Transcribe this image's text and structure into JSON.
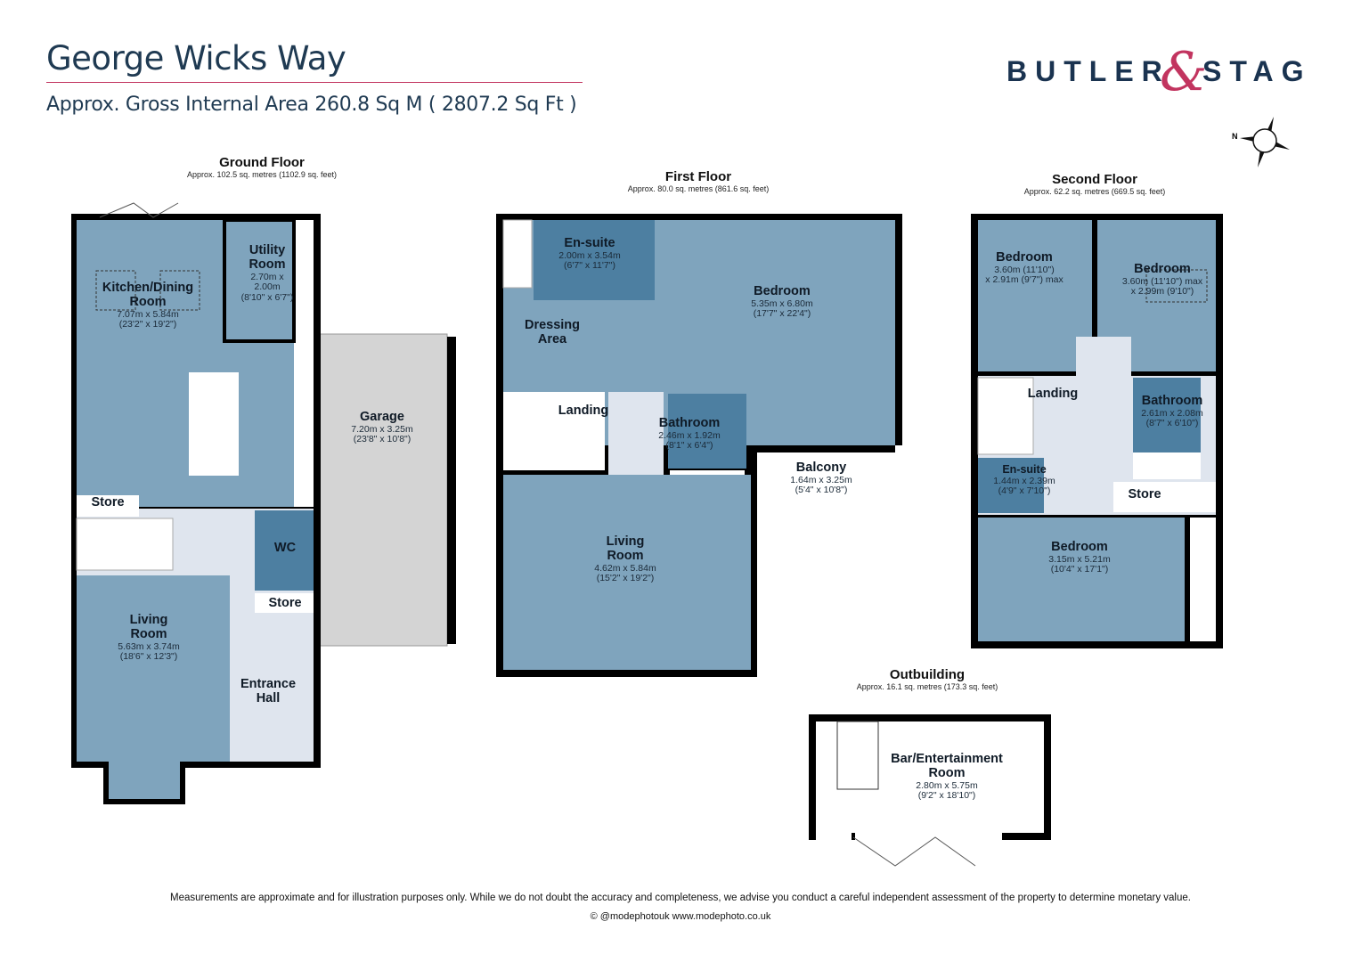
{
  "header": {
    "title": "George Wicks Way",
    "area": "Approx. Gross Internal  Area 260.8 Sq M ( 2807.2 Sq Ft )"
  },
  "logo": {
    "left": "BUTLER",
    "amp": "&",
    "right": "STAG"
  },
  "compass": {
    "label": "N"
  },
  "colors": {
    "room": "#7fa4bd",
    "wet_room": "#4d7fa1",
    "hall": "#dfe5ee",
    "garage": "#d4d4d4",
    "wall": "#000000",
    "brand_navy": "#1a3350",
    "brand_pink": "#c2345f"
  },
  "floors": {
    "ground": {
      "name": "Ground Floor",
      "area": "Approx. 102.5 sq. metres (1102.9 sq. feet)",
      "rooms": [
        {
          "name": "Kitchen/Dining Room",
          "dims": "7.07m x 5.84m",
          "imperial": "(23'2\" x 19'2\")"
        },
        {
          "name": "Utility Room",
          "dims": "2.70m x 2.00m",
          "imperial": "(8'10\" x 6'7\")"
        },
        {
          "name": "Garage",
          "dims": "7.20m x 3.25m",
          "imperial": "(23'8\" x 10'8\")"
        },
        {
          "name": "Store"
        },
        {
          "name": "WC"
        },
        {
          "name": "Store"
        },
        {
          "name": "Living Room",
          "dims": "5.63m x 3.74m",
          "imperial": "(18'6\" x 12'3\")"
        },
        {
          "name": "Entrance Hall"
        }
      ]
    },
    "first": {
      "name": "First Floor",
      "area": "Approx. 80.0 sq. metres (861.6 sq. feet)",
      "rooms": [
        {
          "name": "En-suite",
          "dims": "2.00m x 3.54m",
          "imperial": "(6'7\" x 11'7\")"
        },
        {
          "name": "Bedroom",
          "dims": "5.35m x 6.80m",
          "imperial": "(17'7\" x 22'4\")"
        },
        {
          "name": "Dressing Area"
        },
        {
          "name": "Landing"
        },
        {
          "name": "Bathroom",
          "dims": "2.46m x 1.92m",
          "imperial": "(8'1\" x 6'4\")"
        },
        {
          "name": "Balcony",
          "dims": "1.64m x 3.25m",
          "imperial": "(5'4\" x 10'8\")"
        },
        {
          "name": "Living Room",
          "dims": "4.62m x 5.84m",
          "imperial": "(15'2\" x 19'2\")"
        }
      ]
    },
    "second": {
      "name": "Second Floor",
      "area": "Approx. 62.2 sq. metres (669.5 sq. feet)",
      "rooms": [
        {
          "name": "Bedroom",
          "dims": "3.60m (11'10\")",
          "imperial": "x 2.91m (9'7\") max"
        },
        {
          "name": "Bedroom",
          "dims": "3.60m (11'10\") max",
          "imperial": "x 2.99m (9'10\")"
        },
        {
          "name": "Landing"
        },
        {
          "name": "Bathroom",
          "dims": "2.61m x 2.08m",
          "imperial": "(8'7\" x 6'10\")"
        },
        {
          "name": "En-suite",
          "dims": "1.44m x 2.39m",
          "imperial": "(4'9\" x 7'10\")"
        },
        {
          "name": "Store"
        },
        {
          "name": "Bedroom",
          "dims": "3.15m x 5.21m",
          "imperial": "(10'4\" x 17'1\")"
        }
      ]
    },
    "outbuilding": {
      "name": "Outbuilding",
      "area": "Approx. 16.1 sq. metres (173.3 sq. feet)",
      "rooms": [
        {
          "name": "Bar/Entertainment Room",
          "dims": "2.80m x 5.75m",
          "imperial": "(9'2\" x 18'10\")"
        }
      ]
    }
  },
  "footer": {
    "disclaimer": "Measurements are approximate and for illustration purposes only.  While we do not doubt the accuracy and completeness, we advise you conduct a careful independent assessment of the property to determine monetary value.",
    "credit": "© @modephotouk www.modephoto.co.uk"
  }
}
